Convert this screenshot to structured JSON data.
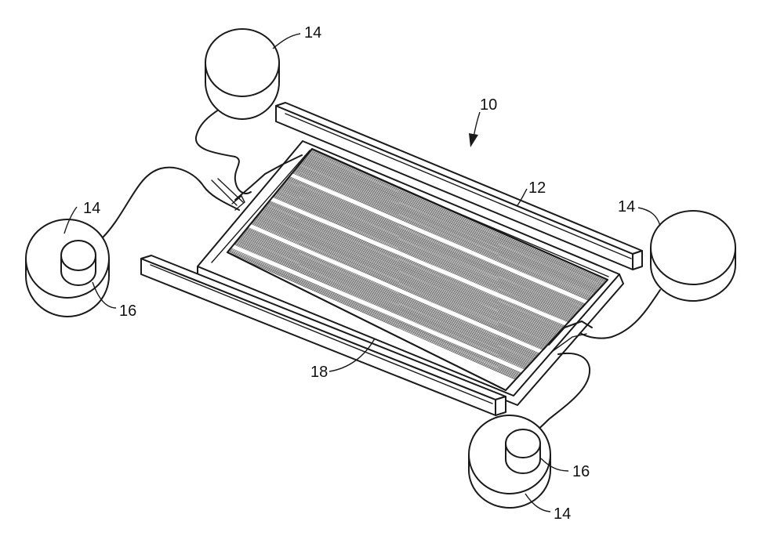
{
  "labels": {
    "assembly": "10",
    "frame": "12",
    "wheel_top_left": "14",
    "wheel_left": "14",
    "wheel_right": "14",
    "wheel_bottom": "14",
    "motor_left": "16",
    "motor_bottom": "16",
    "panel": "18"
  },
  "colors": {
    "line": "#1a1a1a",
    "background": "#ffffff"
  }
}
